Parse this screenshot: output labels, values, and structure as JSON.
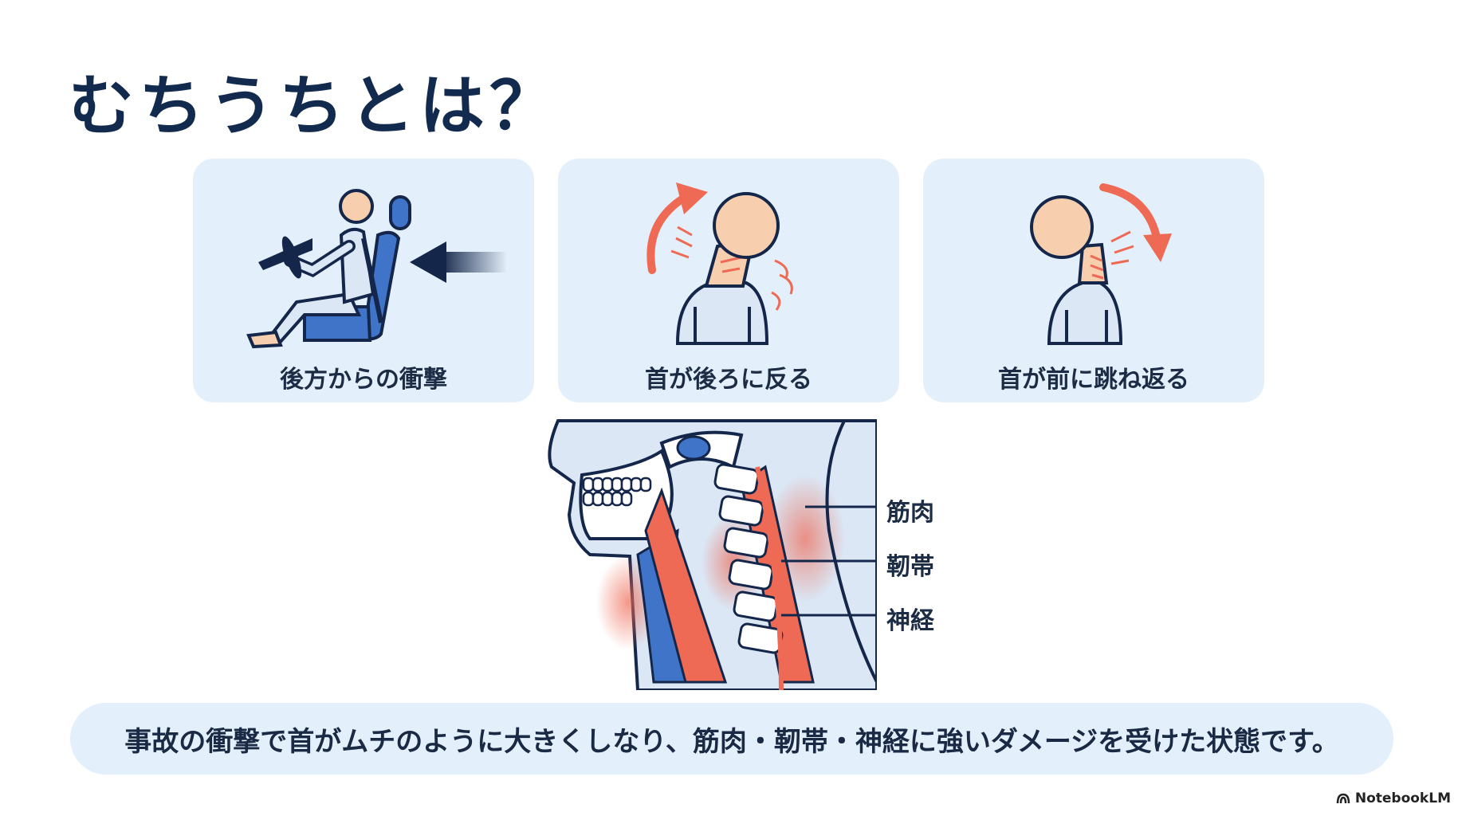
{
  "title": "むちうちとは？",
  "cards": [
    {
      "label": "後方からの衝撃",
      "icon": "rear-impact-icon"
    },
    {
      "label": "首が後ろに反る",
      "icon": "neck-extension-icon"
    },
    {
      "label": "首が前に跳ね返る",
      "icon": "neck-flexion-icon"
    }
  ],
  "anatomy_labels": {
    "muscle": "筋肉",
    "ligament": "靭帯",
    "nerve": "神経"
  },
  "caption": "事故の衝撃で首がムチのように大きくしなり、筋肉・靭帯・神経に強いダメージを受けた状態です。",
  "brand": "NotebookLM",
  "colors": {
    "card_bg": "#e3effa",
    "title": "#132a4f",
    "accent_red": "#ee6a55",
    "accent_blue": "#3f74c9",
    "skin": "#f7cfae"
  }
}
